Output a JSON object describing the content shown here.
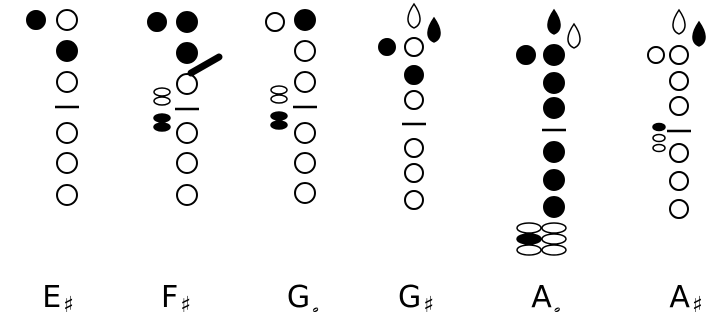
{
  "fingering_chart": {
    "colors": {
      "filled": "#000000",
      "open": "#ffffff",
      "outline": "#000000"
    },
    "fingerings": [
      {
        "note": "E",
        "accidental": "♯",
        "thumb": "closed",
        "octave_key": "none",
        "main_holes": [
          "open",
          "closed",
          "open",
          "open",
          "open",
          "open"
        ],
        "side_keys": [],
        "extra_key": "none",
        "low_keys": []
      },
      {
        "note": "F",
        "accidental": "♯",
        "thumb": "closed",
        "octave_key": "none",
        "main_holes": [
          "closed",
          "closed",
          "open",
          "open",
          "open",
          "open"
        ],
        "side_keys": [
          "open",
          "open",
          "closed",
          "closed"
        ],
        "extra_key": "lever",
        "low_keys": []
      },
      {
        "note": "G",
        "accidental": "𝅗",
        "thumb": "open",
        "octave_key": "none",
        "main_holes": [
          "closed",
          "open",
          "open",
          "open",
          "open",
          "open"
        ],
        "side_keys": [
          "open",
          "open",
          "closed",
          "closed"
        ],
        "extra_key": "none",
        "low_keys": []
      },
      {
        "note": "G",
        "accidental": "♯",
        "thumb": "closed",
        "octave_key": "open-and-closed",
        "main_holes": [
          "open",
          "closed",
          "open",
          "open",
          "open",
          "open"
        ],
        "side_keys": [],
        "extra_key": "none",
        "low_keys": []
      },
      {
        "note": "A",
        "accidental": "𝅗",
        "thumb": "closed",
        "octave_key": "closed-and-open",
        "main_holes": [
          "closed",
          "closed",
          "closed",
          "closed",
          "closed",
          "closed"
        ],
        "side_keys": [],
        "extra_key": "none",
        "low_keys": [
          "open",
          "open",
          "closed",
          "open",
          "open",
          "open"
        ]
      },
      {
        "note": "A",
        "accidental": "♯",
        "thumb": "open",
        "octave_key": "open-and-closed",
        "main_holes": [
          "open",
          "open",
          "open",
          "open",
          "open",
          "open"
        ],
        "side_keys": [
          "closed",
          "open",
          "open"
        ],
        "extra_key": "none",
        "low_keys": []
      }
    ]
  }
}
